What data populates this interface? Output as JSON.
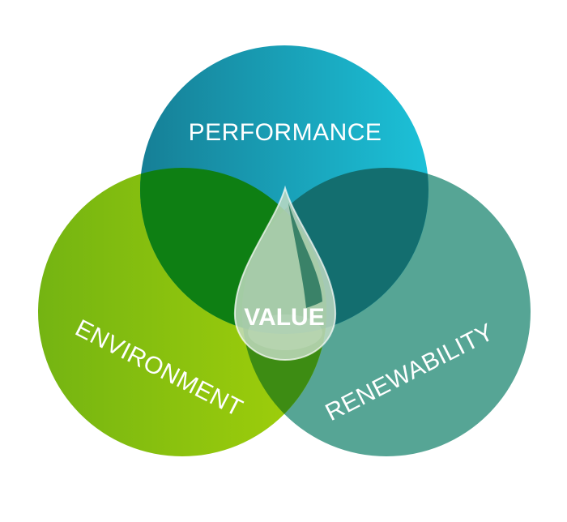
{
  "diagram": {
    "circles": [
      {
        "id": "performance",
        "label": "PERFORMANCE",
        "color_start": "#167f96",
        "color_end": "#1cc1d8"
      },
      {
        "id": "environment",
        "label": "ENVIRONMENT",
        "color_start": "#74b412",
        "color_end": "#a3d10a"
      },
      {
        "id": "renewability",
        "label": "RENEWABILITY",
        "color": "#56a595"
      }
    ],
    "overlaps": {
      "performance_environment": "#0e7f13",
      "performance_renewability": "#136e6f",
      "environment_renewability": "#3d8c13"
    },
    "center": {
      "label": "VALUE",
      "drop_color": "#c5ddc5",
      "drop_shade": "#2f7a61"
    }
  }
}
